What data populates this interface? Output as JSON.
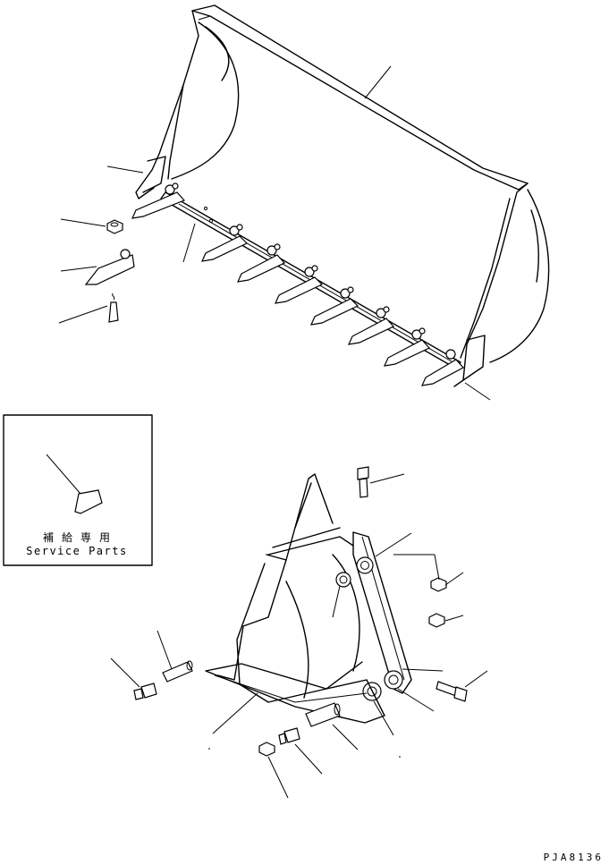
{
  "inset": {
    "label_jp": "補給専用",
    "label_en": "Service Parts"
  },
  "drawing_code": "PJA8136"
}
